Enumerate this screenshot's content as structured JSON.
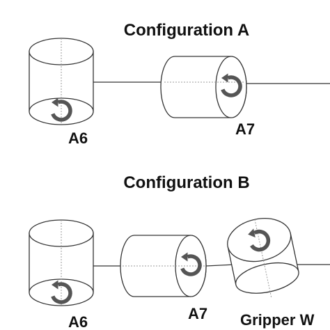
{
  "config_a": {
    "title": "Configuration A",
    "labels": {
      "a6": "A6",
      "a7": "A7"
    }
  },
  "config_b": {
    "title": "Configuration B",
    "labels": {
      "a6": "A6",
      "a7": "A7",
      "gripper": "Gripper W"
    }
  },
  "colors": {
    "line": "#333333",
    "rotation_arrow": "#555555",
    "text": "#111111"
  },
  "icons": [
    "rotation-arrow-icon"
  ]
}
